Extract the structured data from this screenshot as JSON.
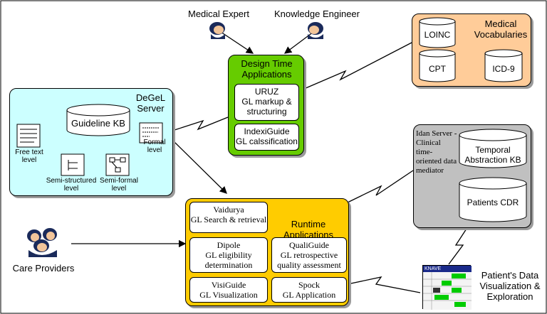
{
  "people": {
    "medical_expert": "Medical Expert",
    "knowledge_engineer": "Knowledge Engineer",
    "care_providers": "Care Providers"
  },
  "design_time": {
    "title": "Design Time Applications",
    "uruz": {
      "name": "URUZ",
      "desc": "GL markup & structuring"
    },
    "indexiguide": {
      "name": "IndexiGuide",
      "desc": "GL calssification"
    }
  },
  "vocab": {
    "title": "Medical Vocabularies",
    "items": [
      "LOINC",
      "CPT",
      "ICD-9"
    ]
  },
  "degel": {
    "title": "DeGeL Server",
    "kb": "Guideline KB",
    "free_text": "Free text level",
    "semi_structured": "Semi-structured level",
    "semi_formal": "Semi-formal level",
    "formal": "Formal level"
  },
  "idan": {
    "title": "Idan Server - Clinical time-oriented data mediator",
    "temporal_kb": "Temporal Abstraction KB",
    "patients_cdr": "Patients CDR"
  },
  "runtime": {
    "title": "Runtime Applications",
    "vaidurya": {
      "name": "Vaidurya",
      "desc": "GL Search & retrieval"
    },
    "dipole": {
      "name": "Dipole",
      "desc": "GL eligibility determination"
    },
    "qualiguide": {
      "name": "QualiGuide",
      "desc": "GL retrospective quality assessment"
    },
    "visiguide": {
      "name": "VisiGuide",
      "desc": "GL Visualization"
    },
    "spock": {
      "name": "Spock",
      "desc": "GL Application"
    }
  },
  "knave": {
    "window_title": "KNAVE",
    "caption": "Patient's Data Visualization & Exploration"
  },
  "colors": {
    "degel_fill": "#ccffff",
    "design_fill": "#66cc00",
    "vocab_fill": "#ffcc99",
    "idan_fill": "#c0c0c0",
    "runtime_fill": "#ffcc00",
    "knave_green": "#00cc00"
  }
}
